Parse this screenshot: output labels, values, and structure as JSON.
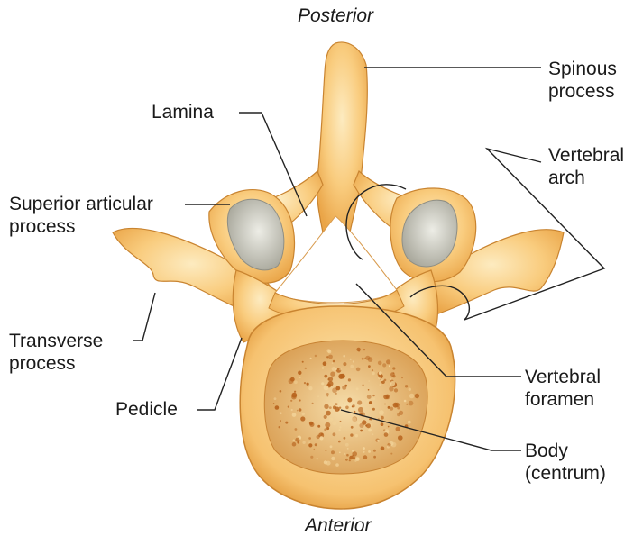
{
  "orientation": {
    "top": "Posterior",
    "bottom": "Anterior"
  },
  "labels": {
    "spinous_process": [
      "Spinous",
      "process"
    ],
    "lamina": "Lamina",
    "vertebral_arch": [
      "Vertebral",
      "arch"
    ],
    "superior_articular_process": [
      "Superior articular",
      "process"
    ],
    "transverse_process": [
      "Transverse",
      "process"
    ],
    "pedicle": "Pedicle",
    "vertebral_foramen": [
      "Vertebral",
      "foramen"
    ],
    "body": [
      "Body",
      "(centrum)"
    ]
  },
  "colors": {
    "bone_light": "#FCE3A6",
    "bone_mid": "#F8C66F",
    "bone_dark": "#E9A444",
    "bone_shadow": "#C98430",
    "articular_surface": "#CFCFC6",
    "cancellous_base": "#E8B46A",
    "cancellous_spot": "#B8641E",
    "outline": "#222222"
  }
}
